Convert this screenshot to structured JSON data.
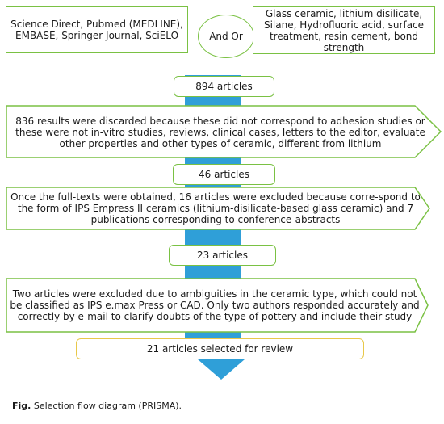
{
  "sources": {
    "databases": "Science Direct, Pubmed (MEDLINE), EMBASE, Springer Journal, SciELO",
    "operator": "And Or",
    "keywords": "Glass ceramic, lithium disilicate, Silane, Hydrofluoric acid, surface treatment, resin cement, bond strength"
  },
  "flow": {
    "step1_count": "894 articles",
    "exclusion1": "836 results were discarded because these did not correspond to adhesion studies or these were not in-vitro studies, reviews, clinical cases, letters to the editor, evaluate other properties and other types of ceramic, different from lithium",
    "step2_count": "46 articles",
    "exclusion2": "Once the full-texts were obtained, 16 articles were excluded because corre-spond to the form of IPS Empress II ceramics (lithium-disilicate-based glass ceramic) and 7 publications corresponding to conference-abstracts",
    "step3_count": "23 articles",
    "exclusion3": "Two articles were excluded due to ambiguities in the ceramic type, which could not be classified as IPS e.max Press or CAD. Only two authors responded accurately and correctly by e-mail to clarify doubts of the type of pottery and include their study",
    "final": "21 articles selected for review"
  },
  "caption": {
    "prefix": "Fig.",
    "text": " Selection flow diagram (PRISMA)."
  },
  "colors": {
    "arrow_blue": "#2f9fd8",
    "border_green": "#7ac143",
    "border_yellow": "#e8c84a"
  }
}
